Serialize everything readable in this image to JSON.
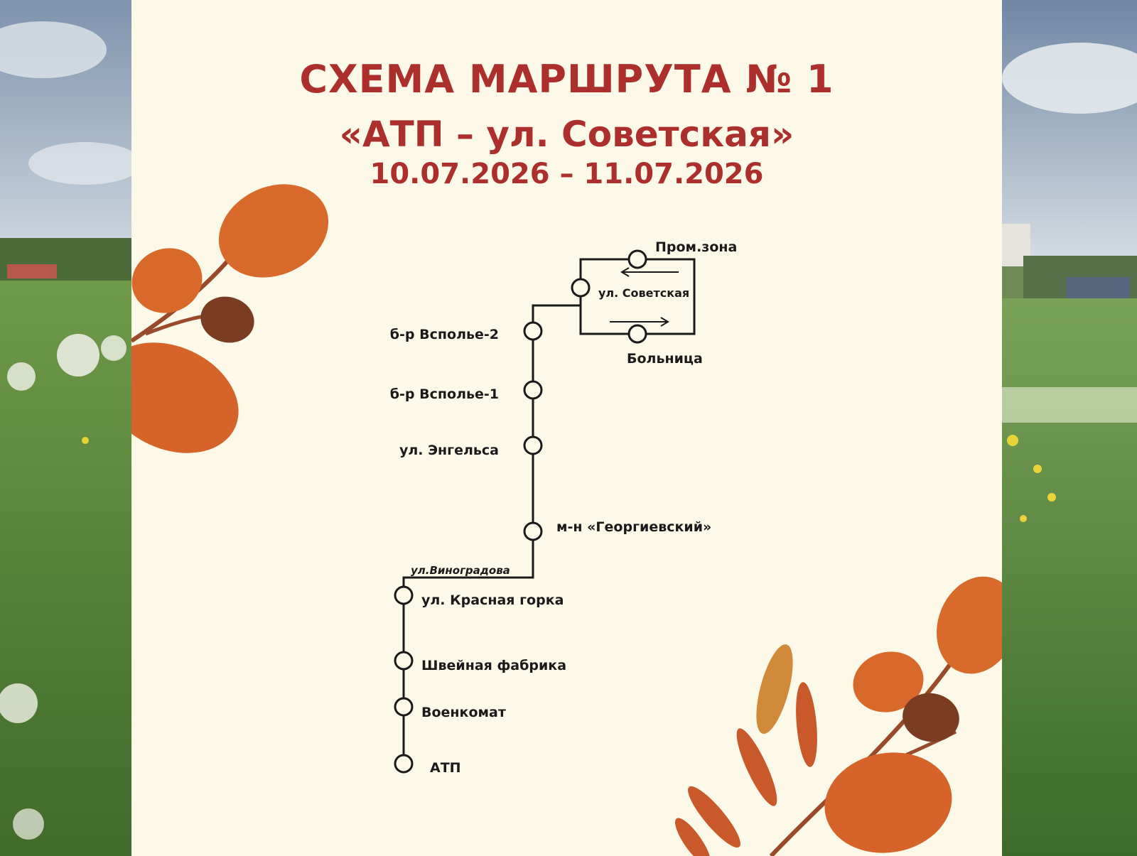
{
  "poster": {
    "title_line1": "СХЕМА МАРШРУТА № 1",
    "title_line2": "«АТП – ул. Советская»",
    "title_line3": "10.07.2026 – 11.07.2026",
    "title_color": "#ad2f2c"
  },
  "route": {
    "line_color": "#1a1a1a",
    "street_label": "ул.Виноградова",
    "stops": [
      {
        "id": "prom-zona",
        "label": "Пром.зона"
      },
      {
        "id": "ul-sovetskaya",
        "label": "ул. Советская"
      },
      {
        "id": "bolnitsa",
        "label": "Больница"
      },
      {
        "id": "vspolye-2",
        "label": "б-р Всполье-2"
      },
      {
        "id": "vspolye-1",
        "label": "б-р Всполье-1"
      },
      {
        "id": "engelsa",
        "label": "ул. Энгельса"
      },
      {
        "id": "georgievsky",
        "label": "м-н «Георгиевский»"
      },
      {
        "id": "krasnaya-gorka",
        "label": "ул. Красная горка"
      },
      {
        "id": "shveynaya",
        "label": "Швейная фабрика"
      },
      {
        "id": "voenkomat",
        "label": "Военкомат"
      },
      {
        "id": "atp",
        "label": "АТП"
      }
    ]
  },
  "decor": {
    "leaf_color": "#d86a2c",
    "leaf_dark_color": "#7a3d22"
  }
}
